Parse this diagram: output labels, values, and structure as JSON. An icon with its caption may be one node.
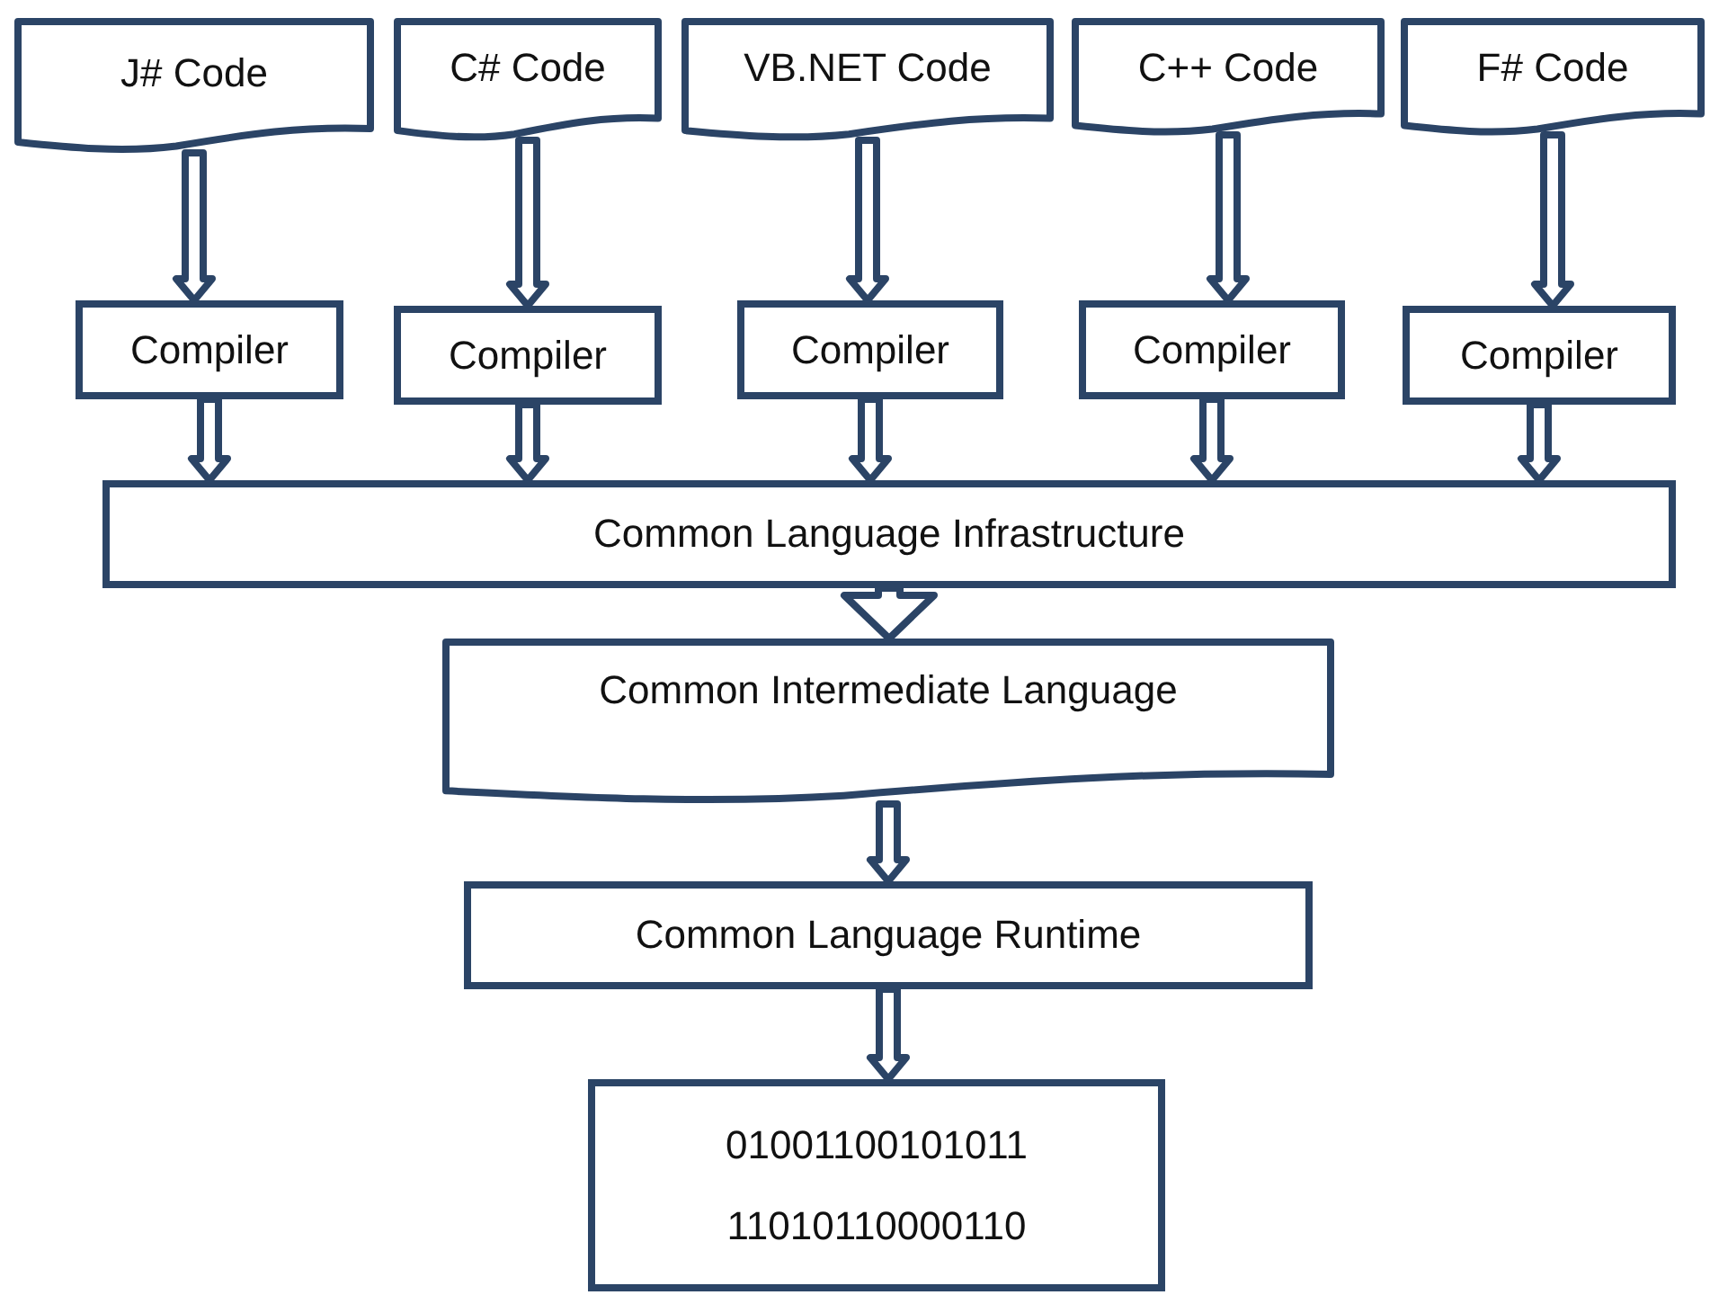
{
  "diagram": {
    "nodes": [
      {
        "text": [
          "J# Code"
        ]
      },
      {
        "text": [
          "C# Code"
        ]
      },
      {
        "text": [
          "VB.NET Code"
        ]
      },
      {
        "text": [
          "C++ Code"
        ]
      },
      {
        "text": [
          "F# Code"
        ]
      },
      {
        "text": [
          "Compiler"
        ]
      },
      {
        "text": [
          "Compiler"
        ]
      },
      {
        "text": [
          "Compiler"
        ]
      },
      {
        "text": [
          "Compiler"
        ]
      },
      {
        "text": [
          "Compiler"
        ]
      },
      {
        "text": [
          "Common Language Infrastructure"
        ]
      },
      {
        "text": [
          "Common Intermediate Language"
        ]
      },
      {
        "text": [
          "Common Language Runtime"
        ]
      },
      {
        "text": [
          "01001100101011",
          "11010110000110"
        ]
      }
    ],
    "edges": [
      {
        "from": 0,
        "to": 5,
        "arrow": "to"
      },
      {
        "from": 1,
        "to": 6,
        "arrow": "to"
      },
      {
        "from": 2,
        "to": 7,
        "arrow": "to"
      },
      {
        "from": 3,
        "to": 8,
        "arrow": "to"
      },
      {
        "from": 4,
        "to": 9,
        "arrow": "to"
      },
      {
        "from": 5,
        "to": 10,
        "arrow": "to"
      },
      {
        "from": 6,
        "to": 10,
        "arrow": "to"
      },
      {
        "from": 7,
        "to": 10,
        "arrow": "to"
      },
      {
        "from": 8,
        "to": 10,
        "arrow": "to"
      },
      {
        "from": 9,
        "to": 10,
        "arrow": "to"
      },
      {
        "from": 10,
        "to": 11,
        "arrow": "to"
      },
      {
        "from": 11,
        "to": 12,
        "arrow": "to"
      },
      {
        "from": 12,
        "to": 13,
        "arrow": "to"
      }
    ]
  }
}
